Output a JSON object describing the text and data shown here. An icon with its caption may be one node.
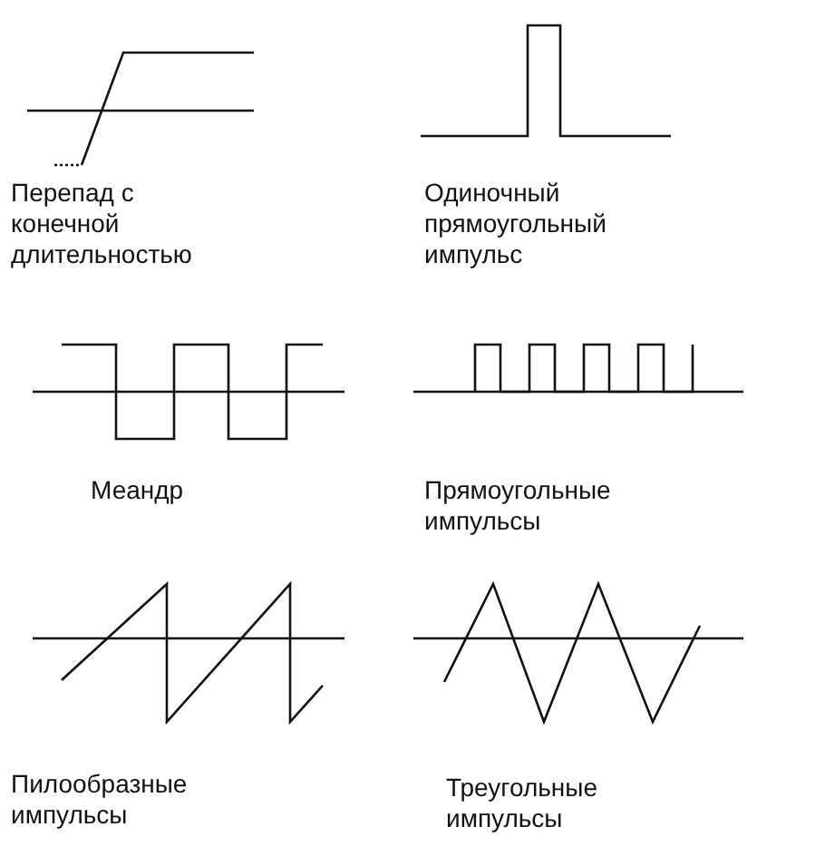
{
  "diagram": {
    "labels": [
      "Перепад с конечной длительностью",
      "Одиночный прямоугольный импульс",
      "Меандр",
      "Прямоугольные импульсы",
      "Пилообразные импульсы",
      "Треугольные импульсы"
    ]
  }
}
